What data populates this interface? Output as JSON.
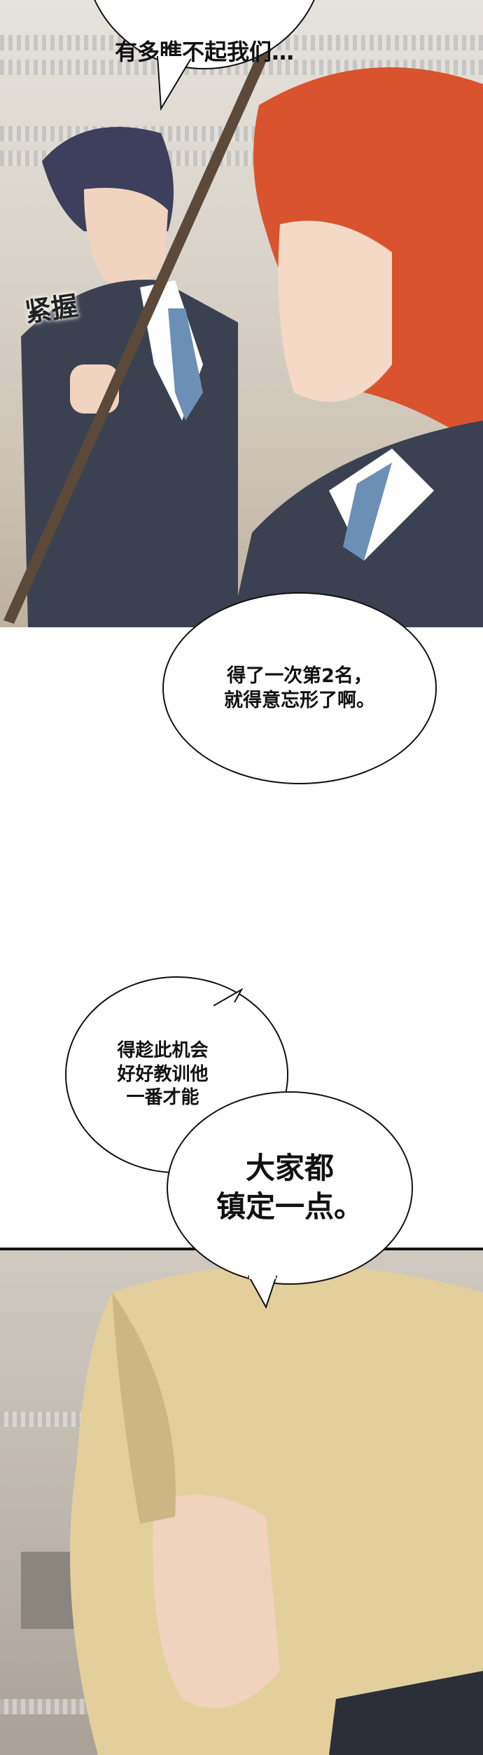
{
  "panels": [
    {
      "bubbles": [
        {
          "text": "有多瞧不起我们…"
        }
      ],
      "sfx": "紧握"
    },
    {
      "bubbles": [
        {
          "text": "得了一次第2名，\n就得意忘形了啊。"
        }
      ]
    },
    {
      "bubbles": [
        {
          "text": "得趁此机会\n好好教训他\n一番才能"
        },
        {
          "text": "大家都\n镇定一点。"
        }
      ]
    }
  ],
  "colors": {
    "red_hair": "#d9532e",
    "dark_hair": "#3d3f5c",
    "blonde_hair": "#e2cf9c",
    "uniform": "#3b4150",
    "tie": "#6c8fb5"
  }
}
